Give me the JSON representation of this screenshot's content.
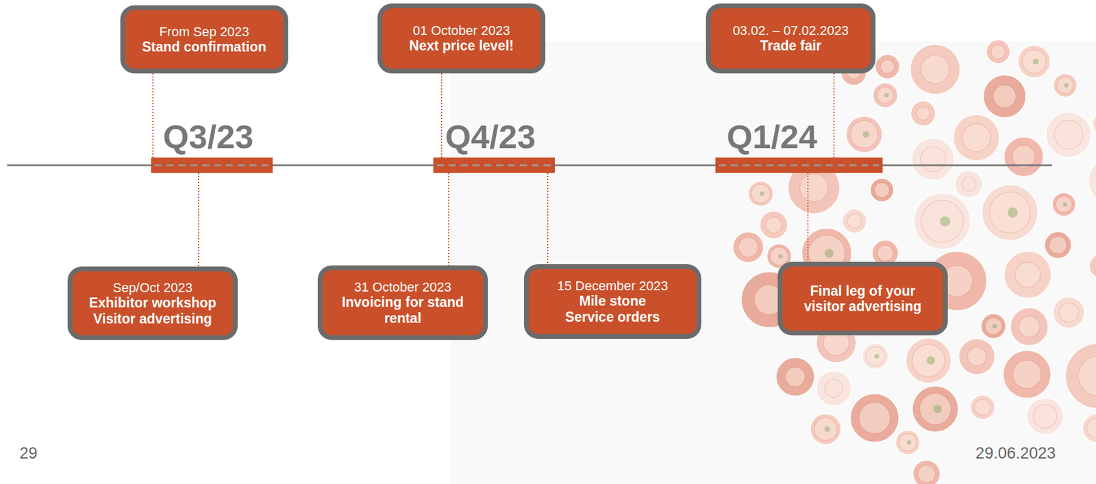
{
  "diagram": {
    "nodes": [
      {
        "text": [
          "From Sep 2023",
          "Stand confirmation"
        ]
      },
      {
        "text": [
          "01 October 2023",
          "Next price level!"
        ]
      },
      {
        "text": [
          "03.02. – 07.02.2023",
          "Trade fair"
        ]
      },
      {
        "text": [
          "Sep/Oct 2023",
          "Exhibitor workshop",
          "Visitor advertising"
        ]
      },
      {
        "text": [
          "31 October 2023",
          "Invoicing for stand rental"
        ]
      },
      {
        "text": [
          "15 December 2023",
          "Mile stone",
          "Service orders"
        ]
      },
      {
        "text": [
          "Final leg of your visitor advertising"
        ]
      }
    ],
    "labels": [
      "Q3/23",
      "Q4/23",
      "Q1/24",
      "29",
      "29.06.2023"
    ]
  }
}
